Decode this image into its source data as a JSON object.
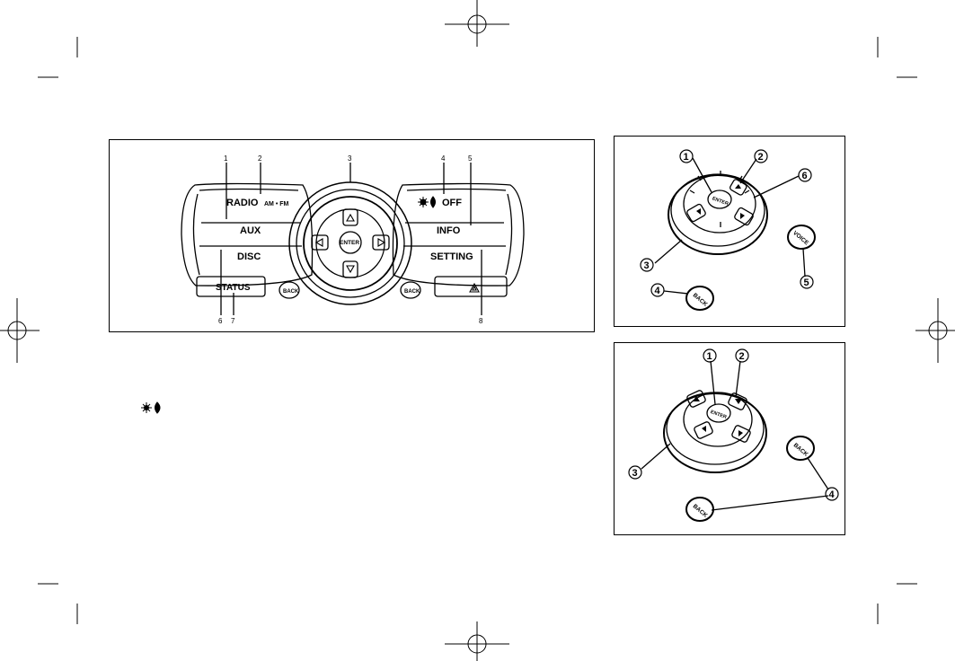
{
  "main_panel": {
    "buttons": {
      "radio": "RADIO",
      "am_fm": "AM • FM",
      "aux": "AUX",
      "disc": "DISC",
      "status": "STATUS",
      "back_left": "BACK",
      "enter": "ENTER",
      "day_night_off": "OFF",
      "info": "INFO",
      "setting": "SETTING",
      "back_right": "BACK"
    },
    "callouts": [
      "1",
      "2",
      "3",
      "4",
      "5",
      "6",
      "7",
      "8"
    ]
  },
  "controller_top": {
    "enter": "ENTER",
    "voice": "VOICE",
    "back": "BACK",
    "callouts": [
      "1",
      "2",
      "3",
      "4",
      "5",
      "6"
    ]
  },
  "controller_bottom": {
    "enter": "ENTER",
    "back_a": "BACK",
    "back_b": "BACK",
    "callouts": [
      "1",
      "2",
      "3",
      "4"
    ]
  },
  "icons": {
    "crosshair": "registration-mark",
    "day_night": "sun-moon-icon",
    "hazard": "hazard-triangle-icon",
    "arrows": [
      "up",
      "down",
      "left",
      "right"
    ]
  }
}
